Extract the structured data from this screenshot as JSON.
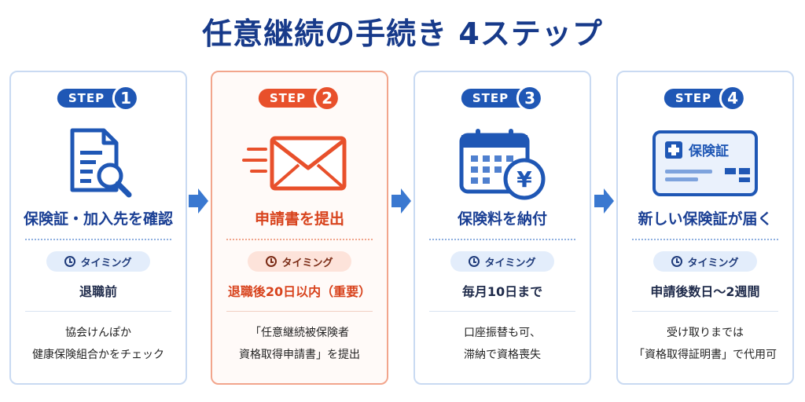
{
  "title": "任意継続の手続き 4ステップ",
  "step_word": "STEP",
  "steps": [
    {
      "num": "1",
      "title": "保険証・加入先を確認",
      "timing_label": "タイミング",
      "timing": "退職前",
      "desc1": "協会けんぽか",
      "desc2": "健康保険組合かをチェック",
      "icon": "document-search-icon"
    },
    {
      "num": "2",
      "title": "申請書を提出",
      "timing_label": "タイミング",
      "timing": "退職後20日以内（重要）",
      "desc1": "「任意継続被保険者",
      "desc2": "資格取得申請書」を提出",
      "icon": "envelope-icon"
    },
    {
      "num": "3",
      "title": "保険料を納付",
      "timing_label": "タイミング",
      "timing": "毎月10日まで",
      "desc1": "口座振替も可、",
      "desc2": "滞納で資格喪失",
      "icon": "calendar-yen-icon"
    },
    {
      "num": "4",
      "title": "新しい保険証が届く",
      "timing_label": "タイミング",
      "timing": "申請後数日〜2週間",
      "desc1": "受け取りまでは",
      "desc2": "「資格取得証明書」で代用可",
      "icon": "insurance-card-icon"
    }
  ],
  "card_label": "保険証",
  "colors": {
    "primary": "#1f57b5",
    "accent": "#e8502b",
    "arrow": "#3a78d0"
  }
}
